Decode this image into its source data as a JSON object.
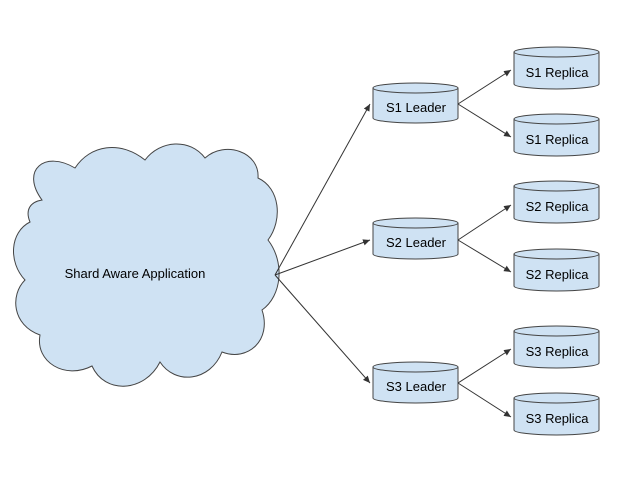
{
  "diagram": {
    "application": {
      "label": "Shard Aware Application"
    },
    "leaders": [
      {
        "label": "S1 Leader"
      },
      {
        "label": "S2 Leader"
      },
      {
        "label": "S3 Leader"
      }
    ],
    "replicas": [
      {
        "label": "S1 Replica"
      },
      {
        "label": "S1 Replica"
      },
      {
        "label": "S2 Replica"
      },
      {
        "label": "S2 Replica"
      },
      {
        "label": "S3 Replica"
      },
      {
        "label": "S3 Replica"
      }
    ],
    "colors": {
      "node_fill": "#cfe2f3",
      "stroke": "#444444",
      "edge": "#333333"
    }
  }
}
